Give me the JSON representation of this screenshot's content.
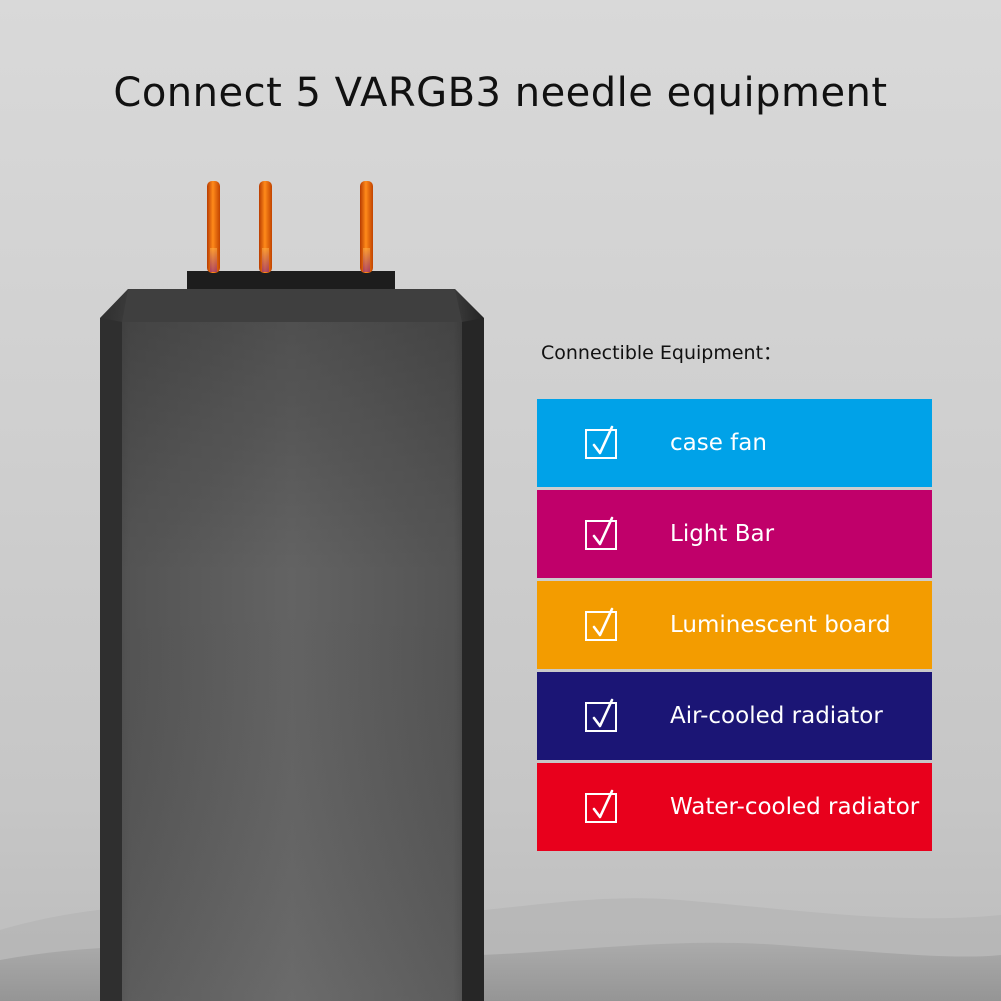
{
  "title": "Connect 5 VARGB3 needle equipment",
  "section_label": "Connectible Equipment：",
  "check_icon": "checkbox-checked-icon",
  "items": [
    {
      "label": "case fan",
      "color": "#00a2e8"
    },
    {
      "label": "Light Bar",
      "color": "#c0006a"
    },
    {
      "label": "Luminescent board",
      "color": "#f39c00"
    },
    {
      "label": "Air-cooled radiator",
      "color": "#1b1575"
    },
    {
      "label": "Water-cooled radiator",
      "color": "#e8001c"
    }
  ],
  "colors": {
    "device_body": "#555555",
    "device_edge": "#3a3a3a",
    "pin": "#ff7a00",
    "background": "#d3d3d3"
  }
}
